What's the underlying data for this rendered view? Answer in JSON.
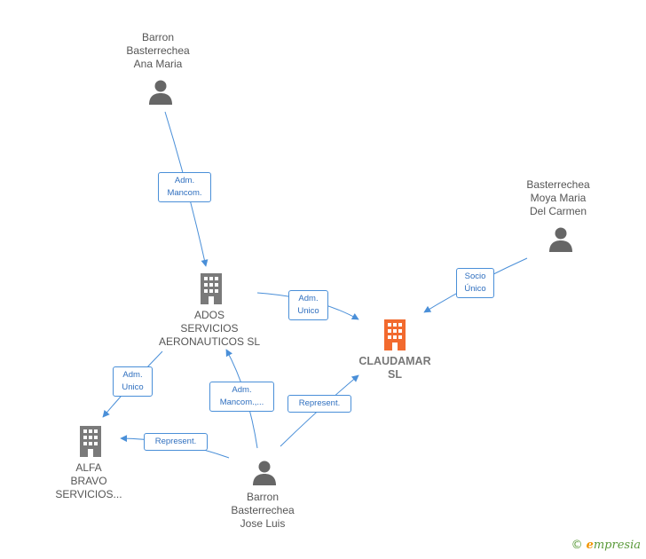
{
  "nodes": {
    "ana_maria": {
      "label": "Barron\nBasterrechea\nAna Maria"
    },
    "moya_maria": {
      "label": "Basterrechea\nMoya Maria\nDel Carmen"
    },
    "ados": {
      "label": "ADOS\nSERVICIOS\nAERONAUTICOS SL"
    },
    "claudamar": {
      "label": "CLAUDAMAR\nSL"
    },
    "alfa": {
      "label": "ALFA\nBRAVO\nSERVICIOS..."
    },
    "jose_luis": {
      "label": "Barron\nBasterrechea\nJose Luis"
    }
  },
  "edges": {
    "ana_to_ados": "Adm.\nMancom.",
    "ados_to_claudamar": "Adm.\nUnico",
    "moya_to_claudamar": "Socio\nÚnico",
    "ados_to_alfa": "Adm.\nUnico",
    "jose_to_ados": "Adm.\nMancom.,...",
    "jose_to_claudamar": "Represent.",
    "jose_to_alfa": "Represent."
  },
  "footer": {
    "copyright": "©",
    "brand_first": "e",
    "brand_rest": "mpresia"
  },
  "colors": {
    "edge": "#4a8fd8",
    "person_icon": "#666666",
    "company_icon": "#7a7a7a",
    "main_company_icon": "#f26a2e"
  }
}
